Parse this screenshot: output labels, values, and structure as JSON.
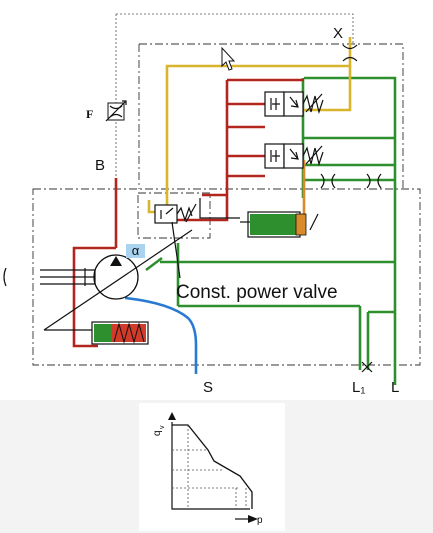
{
  "diagram": {
    "ports": {
      "x": "X",
      "b": "B",
      "s": "S",
      "l1": "L₁",
      "l": "L",
      "f": "F",
      "alpha": "α"
    },
    "callout": "Const. power valve"
  },
  "graph": {
    "y_label": "q",
    "y_label_sub": "v",
    "x_label": "p"
  },
  "colors": {
    "pressure": "#b2261f",
    "drain": "#2e8f2e",
    "control": "#d8b52c",
    "suction": "#2a7ad4",
    "spring": "#d23a2a"
  }
}
